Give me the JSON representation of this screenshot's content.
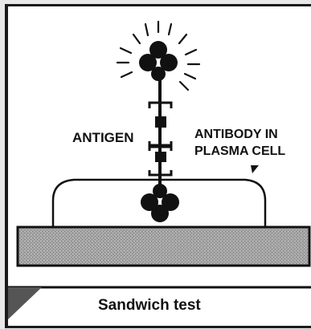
{
  "labels": {
    "antigen": "ANTIGEN",
    "antibody": "ANTIBODY IN\nPLASMA CELL"
  },
  "caption": "Sandwich test",
  "icons": {
    "radiating_label": "glowing-tagged-antibody-icon",
    "lower_cluster": "bound-antibody-icon",
    "pointer": "arrowhead-icon"
  },
  "colors": {
    "ink": "#111111",
    "slide_fill": "#9a9a9a",
    "paper": "#ffffff"
  }
}
